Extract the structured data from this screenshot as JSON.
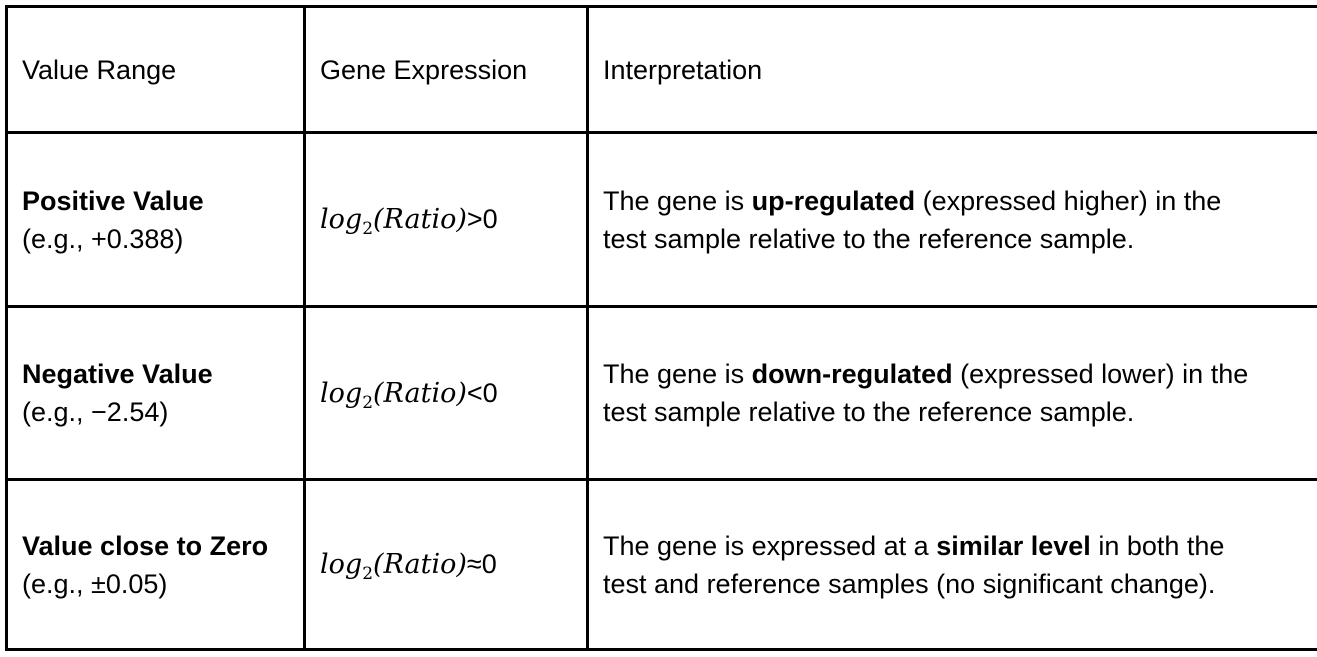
{
  "colors": {
    "background": "#ffffff",
    "border": "#000000",
    "text": "#000000"
  },
  "table": {
    "headers": [
      {
        "label": "Value Range"
      },
      {
        "label": "Gene Expression"
      },
      {
        "label": "Interpretation"
      }
    ],
    "rows": [
      {
        "value_range": {
          "title": "Positive Value",
          "example": "(e.g., +0.388)"
        },
        "expression": {
          "func": "log",
          "subscript": "2",
          "argument": "(Ratio)",
          "relation": ">0"
        },
        "interpretation": [
          {
            "text": "The gene is ",
            "bold": false
          },
          {
            "text": "up-regulated",
            "bold": true
          },
          {
            "text": " (expressed higher) in the\ntest sample relative to the reference sample.",
            "bold": false
          }
        ]
      },
      {
        "value_range": {
          "title": "Negative Value",
          "example": "(e.g., −2.54)"
        },
        "expression": {
          "func": "log",
          "subscript": "2",
          "argument": "(Ratio)",
          "relation": "<0"
        },
        "interpretation": [
          {
            "text": "The gene is ",
            "bold": false
          },
          {
            "text": "down-regulated",
            "bold": true
          },
          {
            "text": " (expressed lower) in the\ntest sample relative to the reference sample.",
            "bold": false
          }
        ]
      },
      {
        "value_range": {
          "title": "Value close to Zero",
          "example": "(e.g., ±0.05)"
        },
        "expression": {
          "func": "log",
          "subscript": "2",
          "argument": "(Ratio)",
          "relation": "≈0"
        },
        "interpretation": [
          {
            "text": "The gene is expressed at a ",
            "bold": false
          },
          {
            "text": "similar level",
            "bold": true
          },
          {
            "text": " in both the\ntest and reference samples (no significant change).",
            "bold": false
          }
        ]
      }
    ]
  }
}
